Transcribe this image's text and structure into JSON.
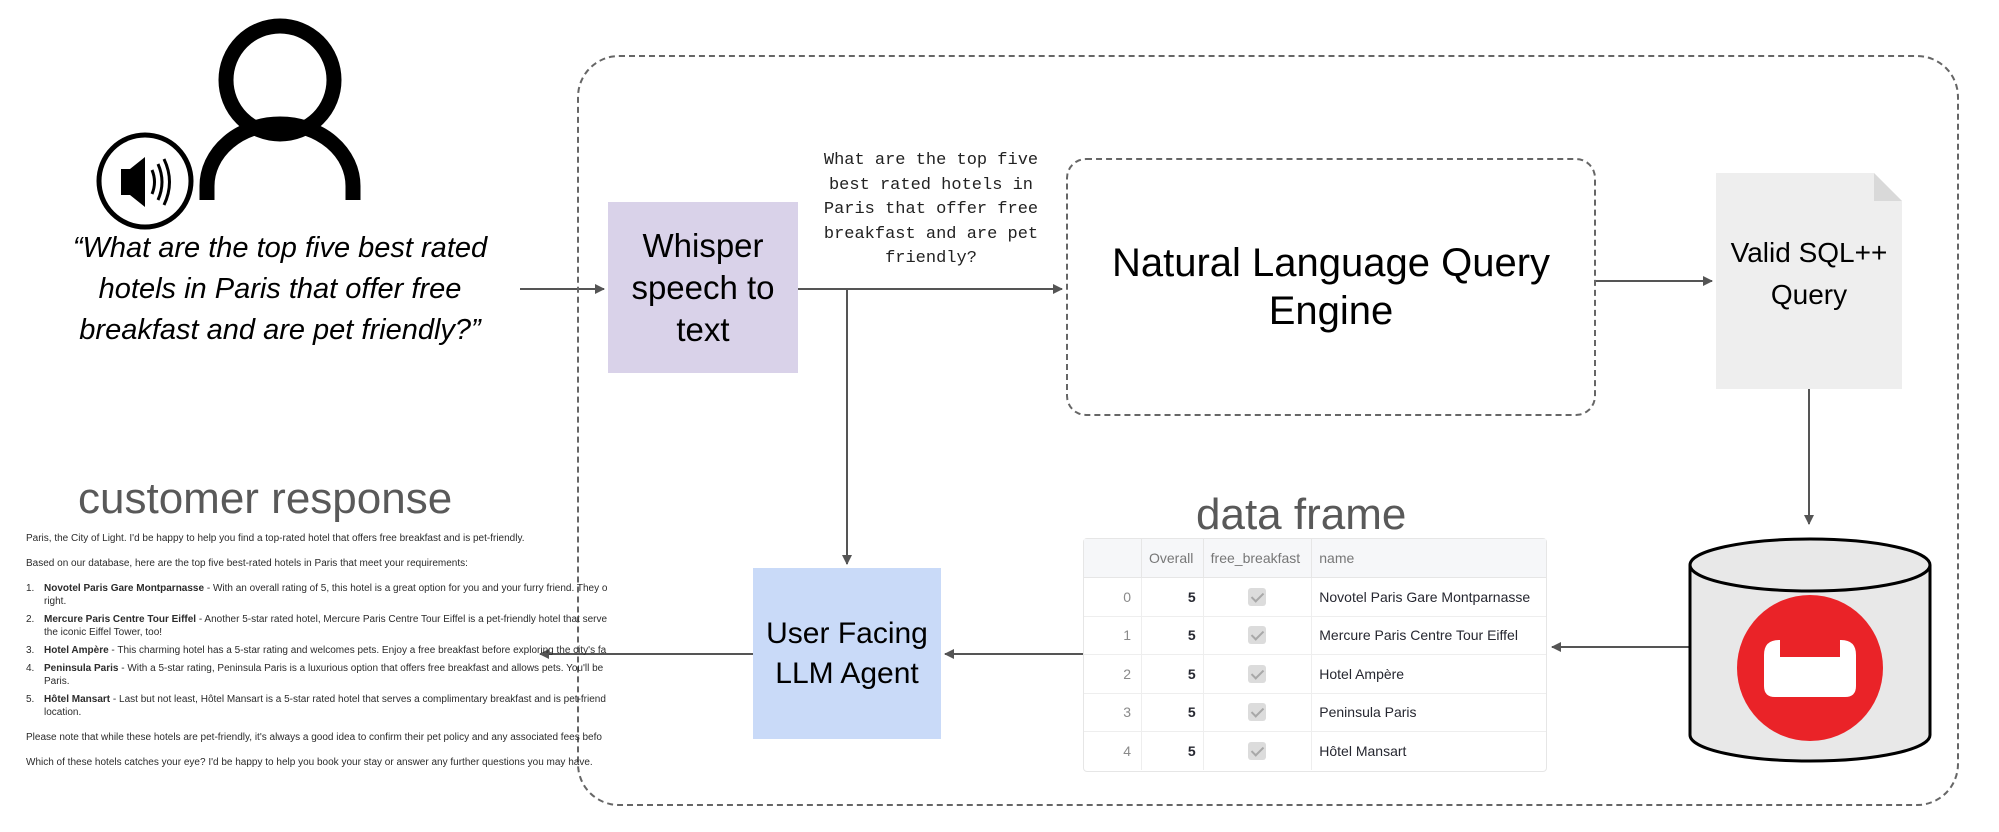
{
  "user_quote": "“What are the top five best rated hotels in Paris that offer free breakfast and are pet friendly?”",
  "whisper_label": "Whisper speech to text",
  "transcribed_query": "What are the top five best rated hotels in Paris that offer free breakfast and are pet friendly?",
  "nlq_engine_label": "Natural Language Query Engine",
  "sql_label": "Valid SQL++ Query",
  "agent_label": "User Facing LLM Agent",
  "customer_response": {
    "heading": "customer response",
    "intro": "Paris, the City of Light. I'd be happy to help you find a top-rated hotel that offers free breakfast and is pet-friendly.",
    "lead": "Based on our database, here are the top five best-rated hotels in Paris that meet your requirements:",
    "items": [
      {
        "num": "1.",
        "name": "Novotel Paris Gare Montparnasse",
        "line1": " - With an overall rating of 5, this hotel is a great option for you and your furry friend. They o",
        "line2": "right."
      },
      {
        "num": "2.",
        "name": "Mercure Paris Centre Tour Eiffel",
        "line1": " - Another 5-star rated hotel, Mercure Paris Centre Tour Eiffel is a pet-friendly hotel that serve",
        "line2": "the iconic Eiffel Tower, too!"
      },
      {
        "num": "3.",
        "name": "Hotel Ampère",
        "line1": " - This charming hotel has a 5-star rating and welcomes pets. Enjoy a free breakfast before exploring the city's fa",
        "line2": ""
      },
      {
        "num": "4.",
        "name": "Peninsula Paris",
        "line1": " - With a 5-star rating, Peninsula Paris is a luxurious option that offers free breakfast and allows pets. You'll be",
        "line2": "Paris."
      },
      {
        "num": "5.",
        "name": "Hôtel Mansart",
        "line1": " - Last but not least, Hôtel Mansart is a 5-star rated hotel that serves a complimentary breakfast and is pet-friend",
        "line2": "location."
      }
    ],
    "note": "Please note that while these hotels are pet-friendly, it's always a good idea to confirm their pet policy and any associated fees befo",
    "closing": "Which of these hotels catches your eye? I'd be happy to help you book your stay or answer any further questions you may have."
  },
  "data_frame": {
    "heading": "data frame",
    "columns": [
      "",
      "Overall",
      "free_breakfast",
      "name"
    ],
    "rows": [
      {
        "index": "0",
        "overall": "5",
        "free_breakfast": true,
        "name": "Novotel Paris Gare Montparnasse"
      },
      {
        "index": "1",
        "overall": "5",
        "free_breakfast": true,
        "name": "Mercure Paris Centre Tour Eiffel"
      },
      {
        "index": "2",
        "overall": "5",
        "free_breakfast": true,
        "name": "Hotel Ampère"
      },
      {
        "index": "3",
        "overall": "5",
        "free_breakfast": true,
        "name": "Peninsula Paris"
      },
      {
        "index": "4",
        "overall": "5",
        "free_breakfast": true,
        "name": "Hôtel Mansart"
      }
    ]
  },
  "icons": [
    "person-icon",
    "speaker-icon",
    "database-icon",
    "couchbase-logo-icon"
  ],
  "colors": {
    "whisper_fill": "#d9d2e9",
    "agent_fill": "#c9daf8",
    "sql_fill": "#eeeeee",
    "couchbase_red": "#ea2328",
    "arrow": "#555555",
    "heading_gray": "#595959"
  }
}
